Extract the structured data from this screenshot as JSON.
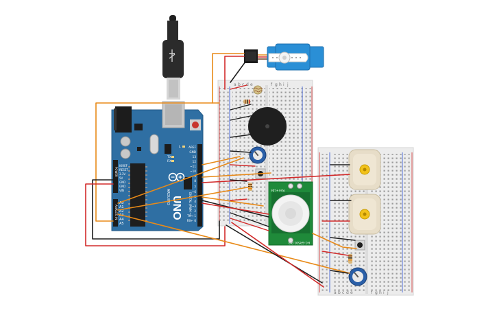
{
  "arduino": {
    "brand": "ARDUINO",
    "model": "UNO",
    "tx": "TX",
    "rx": "RX",
    "l": "L",
    "power_header": "POWER",
    "analog_header": "ANALOG IN",
    "digital_header": "DIGITAL (PWM ~)",
    "power_pins": [
      "IOREF",
      "RESET",
      "3.3V",
      "5V",
      "GND",
      "GND",
      "VIN"
    ],
    "analog_pins": [
      "A0",
      "A1",
      "A2",
      "A3",
      "A4",
      "A5"
    ],
    "digital_pins": [
      "AREF",
      "GND",
      "13",
      "12",
      "~11",
      "~10",
      "~9",
      "8",
      "7",
      "~6",
      "~5",
      "4",
      "~3",
      "2",
      "TX→ 1",
      "RX← 0"
    ]
  },
  "pir": {
    "top_label": "Ken+Lbs",
    "bottom_label": "HC-SR501 PIR"
  },
  "breadboard1": {
    "column_letters": [
      "a",
      "b",
      "c",
      "d",
      "e",
      "f",
      "g",
      "h",
      "i",
      "j"
    ]
  },
  "breadboard2": {
    "column_letters": [
      "a",
      "b",
      "c",
      "d",
      "e",
      "f",
      "g",
      "h",
      "i",
      "j"
    ]
  },
  "colors": {
    "board": "#2f6fa3",
    "wire_red": "#d22a2a",
    "wire_black": "#1e1e1e",
    "wire_orange": "#e88a18",
    "breadboard": "#ececec",
    "servo": "#2a8fd6",
    "pir_pcb": "#1f8a3a",
    "motor": "#e7ddc8",
    "motor_hub": "#f2c21a",
    "pot": "#2a5fa8"
  }
}
